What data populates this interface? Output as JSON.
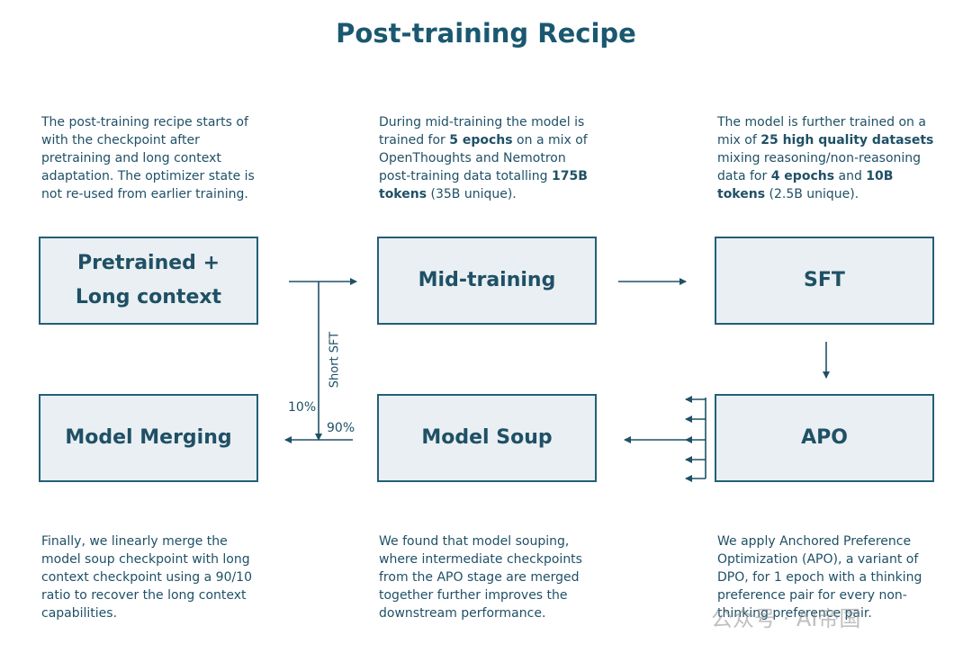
{
  "title": "Post-training Recipe",
  "descriptions": {
    "pretrained": [
      "The post-training recipe starts of",
      "with the checkpoint after",
      "pretraining and long context",
      "adaptation. The optimizer state is",
      "not re-used from earlier training."
    ],
    "midtraining": {
      "l1": "During mid-training the model is",
      "l2a": "trained for ",
      "l2b": "5 epochs",
      "l2c": " on a mix  of",
      "l3": "OpenThoughts and Nemotron",
      "l4a": "post-training data totalling ",
      "l4b": "175B",
      "l5a": "tokens",
      "l5b": " (35B unique)."
    },
    "sft": {
      "l1": "The model is further trained on a",
      "l2a": "mix of ",
      "l2b": "25 high quality datasets",
      "l3": "mixing reasoning/non-reasoning",
      "l4a": "data for ",
      "l4b": "4 epochs",
      "l4c": " and ",
      "l4d": "10B",
      "l5a": "tokens",
      "l5b": " (2.5B unique)."
    },
    "merging": [
      "Finally, we linearly merge the",
      "model soup checkpoint with long",
      "context checkpoint using a 90/10",
      "ratio to recover the long context",
      "capabilities."
    ],
    "soup": [
      "We found that model souping,",
      "where intermediate checkpoints",
      "from the APO stage are merged",
      "together further improves the",
      "downstream performance."
    ],
    "apo": [
      "We apply Anchored Preference",
      "Optimization (APO), a variant of",
      "DPO,  for 1 epoch with a thinking",
      "preference pair for every non-",
      "thinking preference pair."
    ]
  },
  "boxes": {
    "pretrained": [
      "Pretrained +",
      "Long context"
    ],
    "midtraining": "Mid-training",
    "sft": "SFT",
    "merging": "Model Merging",
    "soup": "Model Soup",
    "apo": "APO"
  },
  "labels": {
    "short_sft": "Short SFT",
    "ten_pct": "10%",
    "ninety_pct": "90%"
  },
  "watermark": "公众号 · AI帝国",
  "colors": {
    "primary": "#1f5066",
    "box_fill": "#e9eff2",
    "box_border": "#245f77"
  }
}
